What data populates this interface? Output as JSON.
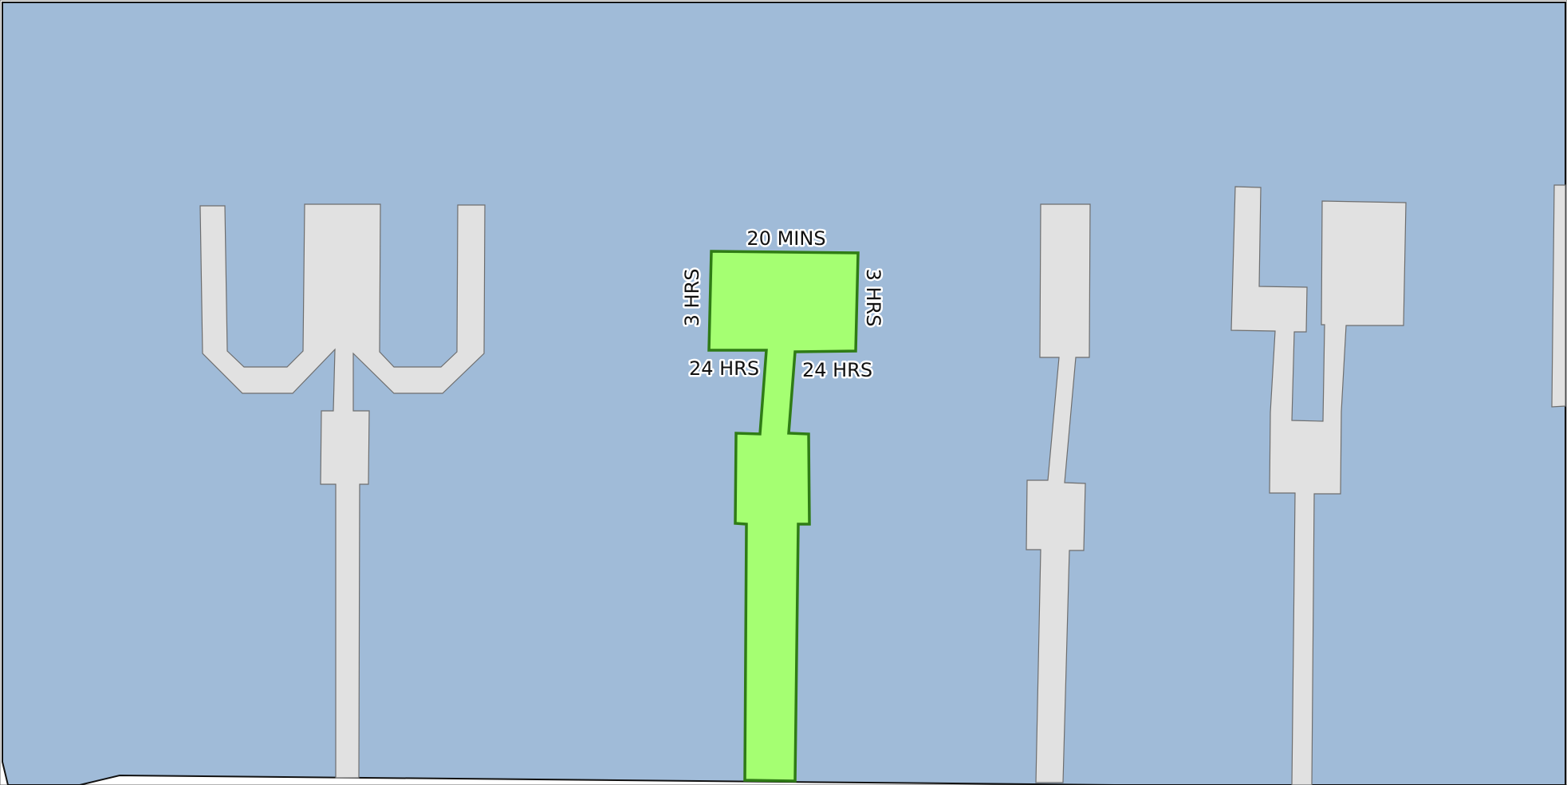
{
  "map": {
    "colors": {
      "water": "#a0bbd8",
      "land": "#ffffff",
      "pier": "#e1e1e1",
      "pier_outline": "#6e6e6e",
      "highlight_fill": "#a5ff72",
      "highlight_outline": "#2f7c15"
    },
    "highlighted_pier_limits": {
      "end": "20 MINS",
      "left_side": "3 HRS",
      "right_side": "3 HRS",
      "left_shoulder": "24 HRS",
      "right_shoulder": "24 HRS"
    }
  }
}
